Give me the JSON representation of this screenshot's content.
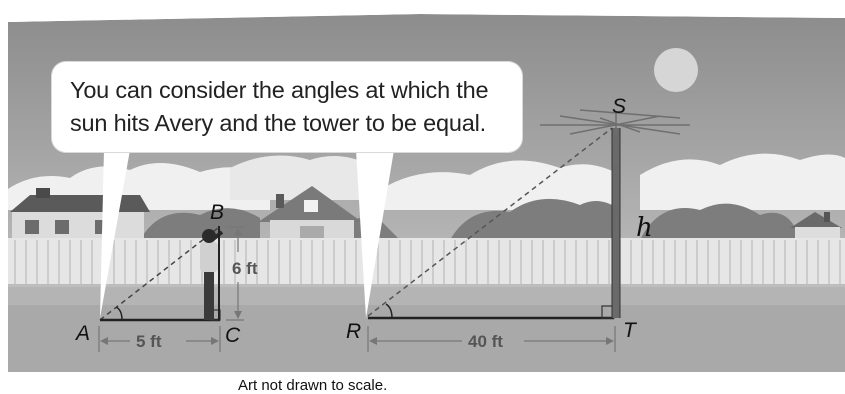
{
  "callout": {
    "line1": "You can consider the angles at which the",
    "line2": "sun hits Avery and the tower to be equal."
  },
  "labels": {
    "A": "A",
    "B": "B",
    "C": "C",
    "R": "R",
    "S": "S",
    "T": "T",
    "h": "h"
  },
  "measurements": {
    "AC": "5 ft",
    "BC": "6 ft",
    "RT": "40 ft"
  },
  "caption": "Art not drawn to scale."
}
